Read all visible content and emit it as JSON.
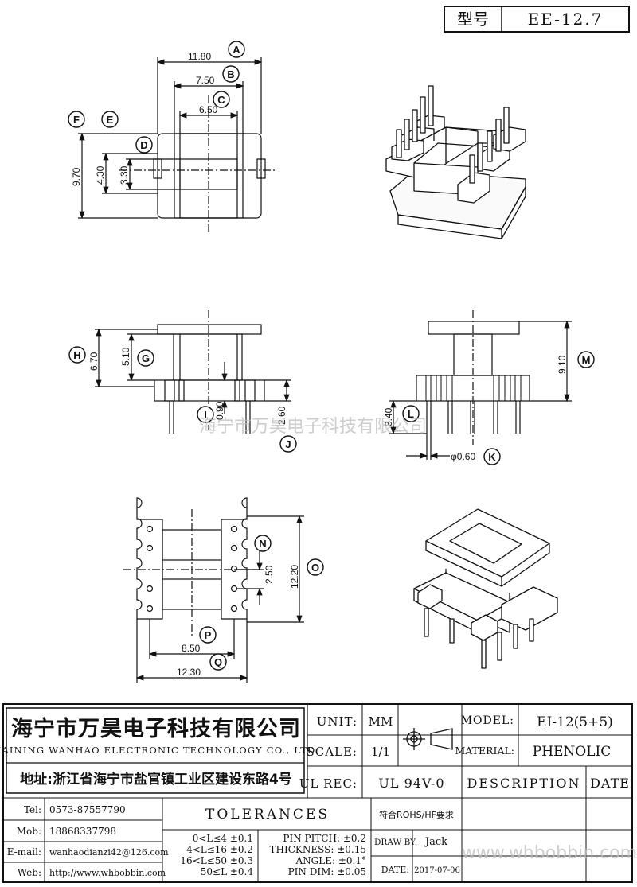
{
  "header": {
    "model_label": "型号",
    "model_value": "EE-12.7"
  },
  "watermark": {
    "center": "海宁市万昊电子科技有限公司",
    "corner": "www.whbobbin.com"
  },
  "dimensions": {
    "A": "11.80",
    "B": "7.50",
    "C": "6.50",
    "D": "3.30",
    "E": "4.30",
    "F": "9.70",
    "G": "5.10",
    "H": "6.70",
    "I": "0.90",
    "J": "2.60",
    "K": "φ0.60",
    "L": "3.40",
    "M": "9.10",
    "N": "2.50",
    "O": "12.20",
    "P": "8.50",
    "Q": "12.30"
  },
  "callouts": [
    "A",
    "B",
    "C",
    "D",
    "E",
    "F",
    "G",
    "H",
    "I",
    "J",
    "K",
    "L",
    "M",
    "N",
    "O",
    "P",
    "Q"
  ],
  "company": {
    "name_cn": "海宁市万昊电子科技有限公司",
    "name_en": "HAINING WANHAO ELECTRONIC TECHNOLOGY CO., LTD.",
    "address": "地址:浙江省海宁市盐官镇工业区建设东路4号"
  },
  "contacts": [
    {
      "label": "Tel:",
      "value": "0573-87557790"
    },
    {
      "label": "Mob:",
      "value": "18868337798"
    },
    {
      "label": "E-mail:",
      "value": "wanhaodianzi42@126.com"
    },
    {
      "label": "Web:",
      "value": "http://www.whbobbin.com"
    }
  ],
  "spec": {
    "unit_label": "UNIT:",
    "unit_value": "MM",
    "scale_label": "SCALE:",
    "scale_value": "1/1",
    "ulrec_label": "UL REC:",
    "ulrec_value": "UL 94V-0",
    "model_label": "MODEL:",
    "model_value": "EI-12(5+5)",
    "material_label": "MATERIAL:",
    "material_value": "PHENOLIC",
    "description_label": "DESCRIPTION",
    "date_label": "DATE"
  },
  "tolerances": {
    "title": "TOLERANCES",
    "ranges": [
      "0<L≤4 ±0.1",
      "4<L≤16 ±0.2",
      "16<L≤50 ±0.3",
      "50≤L ±0.4"
    ],
    "specs": [
      "PIN PITCH: ±0.2",
      "THICKNESS: ±0.15",
      "ANGLE: ±0.1°",
      "PIN DIM: ±0.05"
    ]
  },
  "rohs": "符合ROHS/HF要求",
  "draw_by_label": "DRAW BY:",
  "draw_by_value": "Jack",
  "date_label": "DATE:",
  "date_value": "2017-07-06"
}
